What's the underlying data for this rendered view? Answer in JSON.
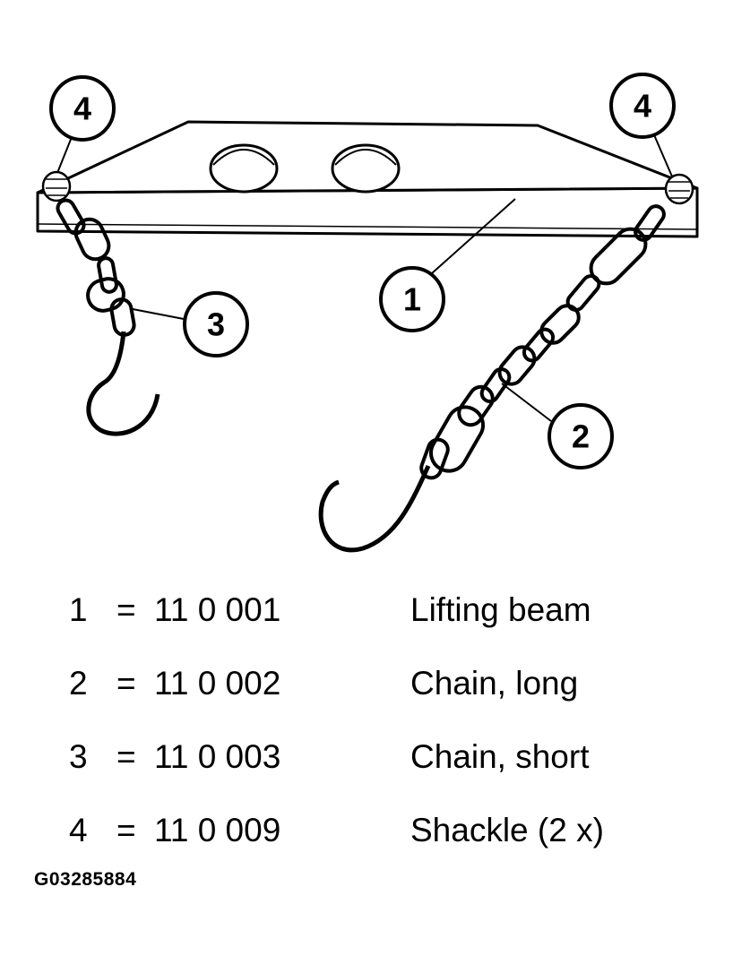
{
  "callouts": [
    {
      "label": "4"
    },
    {
      "label": "4"
    },
    {
      "label": "1"
    },
    {
      "label": "3"
    },
    {
      "label": "2"
    }
  ],
  "legend": {
    "rows": [
      {
        "number": "1",
        "eq": "=",
        "part": "11 0 001",
        "description": "Lifting beam"
      },
      {
        "number": "2",
        "eq": "=",
        "part": "11 0 002",
        "description": "Chain, long"
      },
      {
        "number": "3",
        "eq": "=",
        "part": "11 0 003",
        "description": "Chain, short"
      },
      {
        "number": "4",
        "eq": "=",
        "part": "11 0 009",
        "description": "Shackle (2 x)"
      }
    ]
  },
  "figure_id": "G03285884"
}
